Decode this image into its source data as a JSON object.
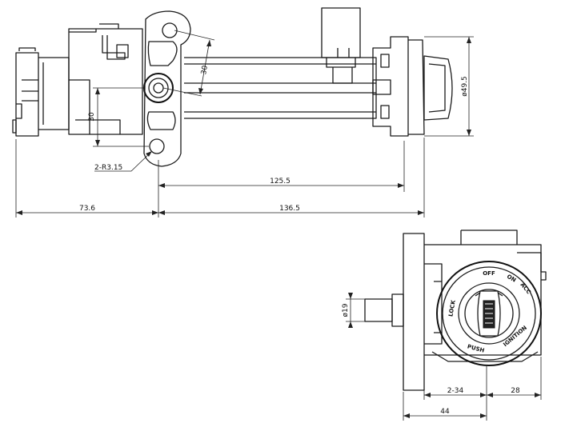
{
  "dimensions": {
    "hole_spacing_top": "30",
    "hole_spacing_left": "30",
    "holes": "2-R3.15",
    "length_inner": "125.5",
    "length_left": "73.6",
    "length_right": "136.5",
    "diameter_head": "ø49.5",
    "diameter_shaft": "ø19",
    "width_front": "2-34",
    "width_side": "28",
    "width_total": "44"
  },
  "dial_labels": {
    "off": "OFF",
    "on": "ON",
    "acc": "ACC",
    "lock": "LOCK",
    "push": "PUSH",
    "ignition": "IGNITION"
  }
}
